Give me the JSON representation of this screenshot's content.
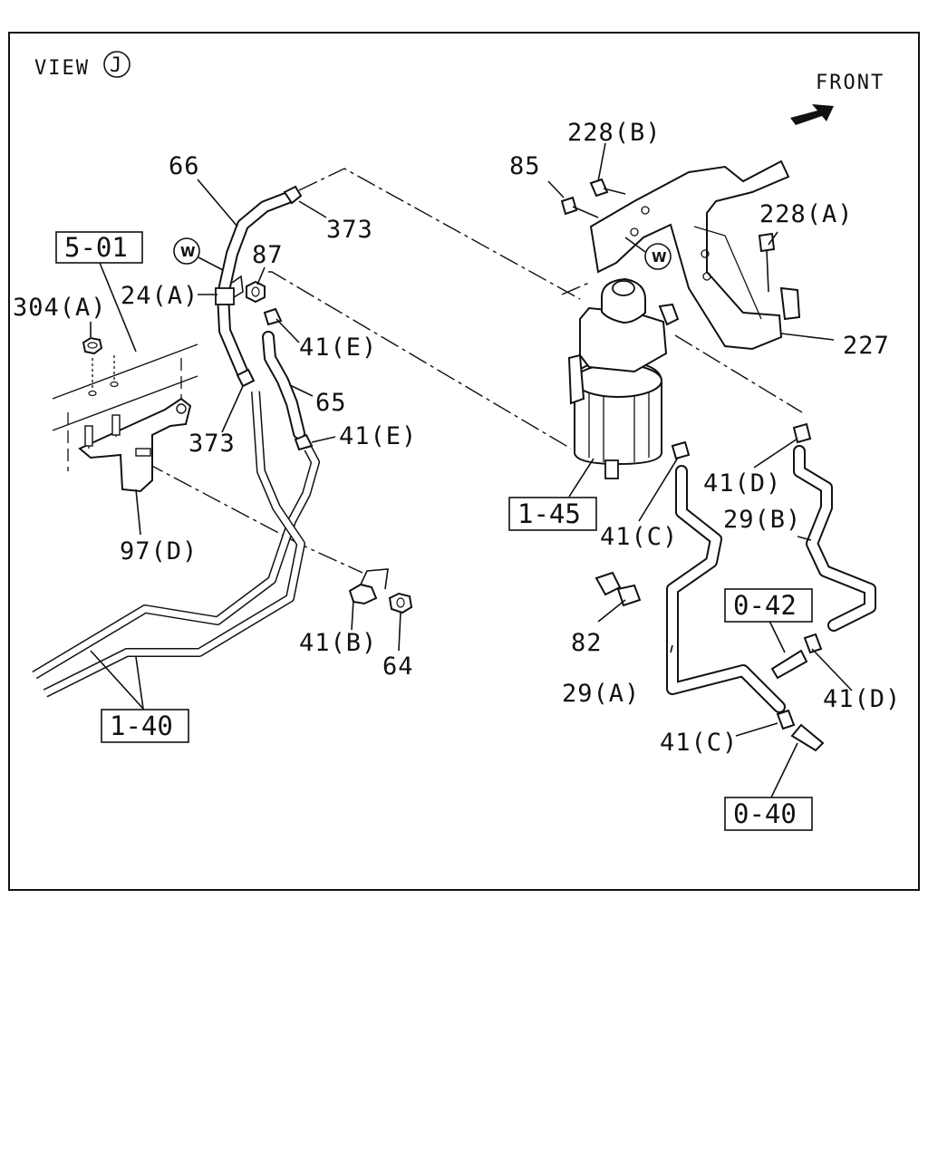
{
  "view": {
    "label": "VIEW",
    "mark": "J"
  },
  "direction": {
    "label": "FRONT"
  },
  "weld_mark": "W",
  "parts": {
    "p66": "66",
    "p373_top": "373",
    "p373_left": "373",
    "p87": "87",
    "p24a": "24(A)",
    "p304a": "304(A)",
    "p41e_top": "41(E)",
    "p41e_mid": "41(E)",
    "p65": "65",
    "p97d": "97(D)",
    "p41b": "41(B)",
    "p64": "64",
    "p85": "85",
    "p228b": "228(B)",
    "p228a": "228(A)",
    "p227": "227",
    "p41d_upper": "41(D)",
    "p41d_lower": "41(D)",
    "p41c_upper": "41(C)",
    "p41c_lower": "41(C)",
    "p29b": "29(B)",
    "p29a": "29(A)",
    "p82": "82"
  },
  "refs": {
    "r501": "5-01",
    "r140": "1-40",
    "r145": "1-45",
    "r042": "0-42",
    "r040": "0-40"
  }
}
